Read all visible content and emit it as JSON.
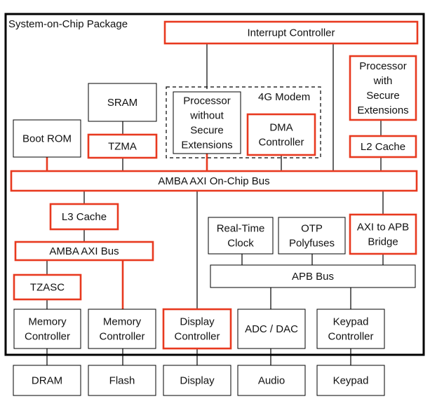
{
  "package_title": "System-on-Chip Package",
  "modem_title": "4G Modem",
  "colors": {
    "secure": "#e8391f",
    "normal": "#000000"
  },
  "blocks": {
    "interrupt_controller": [
      "Interrupt Controller"
    ],
    "processor_secure": [
      "Processor",
      "with",
      "Secure",
      "Extensions"
    ],
    "sram": [
      "SRAM"
    ],
    "processor_nonsecure": [
      "Processor",
      "without",
      "Secure",
      "Extensions"
    ],
    "dma_controller": [
      "DMA",
      "Controller"
    ],
    "boot_rom": [
      "Boot ROM"
    ],
    "tzma": [
      "TZMA"
    ],
    "l2_cache": [
      "L2 Cache"
    ],
    "amba_axi_onchip_bus": [
      "AMBA AXI On-Chip Bus"
    ],
    "l3_cache": [
      "L3 Cache"
    ],
    "real_time_clock": [
      "Real-Time",
      "Clock"
    ],
    "otp_polyfuses": [
      "OTP",
      "Polyfuses"
    ],
    "axi_to_apb_bridge": [
      "AXI to APB",
      "Bridge"
    ],
    "amba_axi_bus": [
      "AMBA AXI Bus"
    ],
    "apb_bus": [
      "APB Bus"
    ],
    "tzasc": [
      "TZASC"
    ],
    "memory_controller_dram": [
      "Memory",
      "Controller"
    ],
    "memory_controller_flash": [
      "Memory",
      "Controller"
    ],
    "display_controller": [
      "Display",
      "Controller"
    ],
    "adc_dac": [
      "ADC / DAC"
    ],
    "keypad_controller": [
      "Keypad",
      "Controller"
    ],
    "dram": [
      "DRAM"
    ],
    "flash": [
      "Flash"
    ],
    "display": [
      "Display"
    ],
    "audio": [
      "Audio"
    ],
    "keypad": [
      "Keypad"
    ]
  }
}
